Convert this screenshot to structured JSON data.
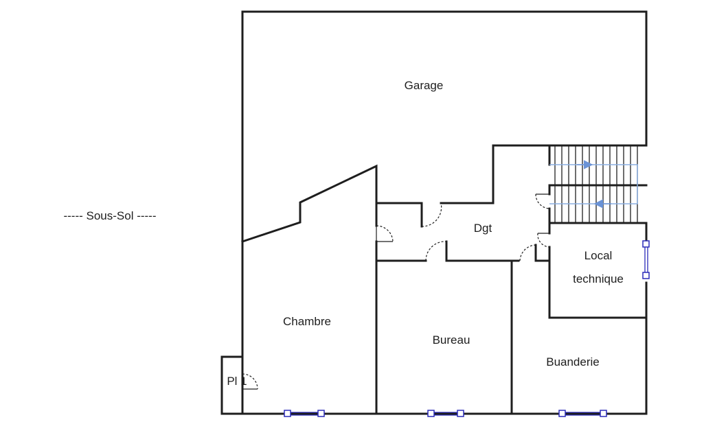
{
  "level_label": "----- Sous-Sol -----",
  "rooms": {
    "garage": "Garage",
    "dgt": "Dgt",
    "local_line1": "Local",
    "local_line2": "technique",
    "chambre": "Chambre",
    "bureau": "Bureau",
    "buanderie": "Buanderie",
    "placard": "Pl 1"
  },
  "colors": {
    "wall": "#1e1e1e",
    "window": "#2a2ab8",
    "stair_arrow": "#6b93d6"
  }
}
